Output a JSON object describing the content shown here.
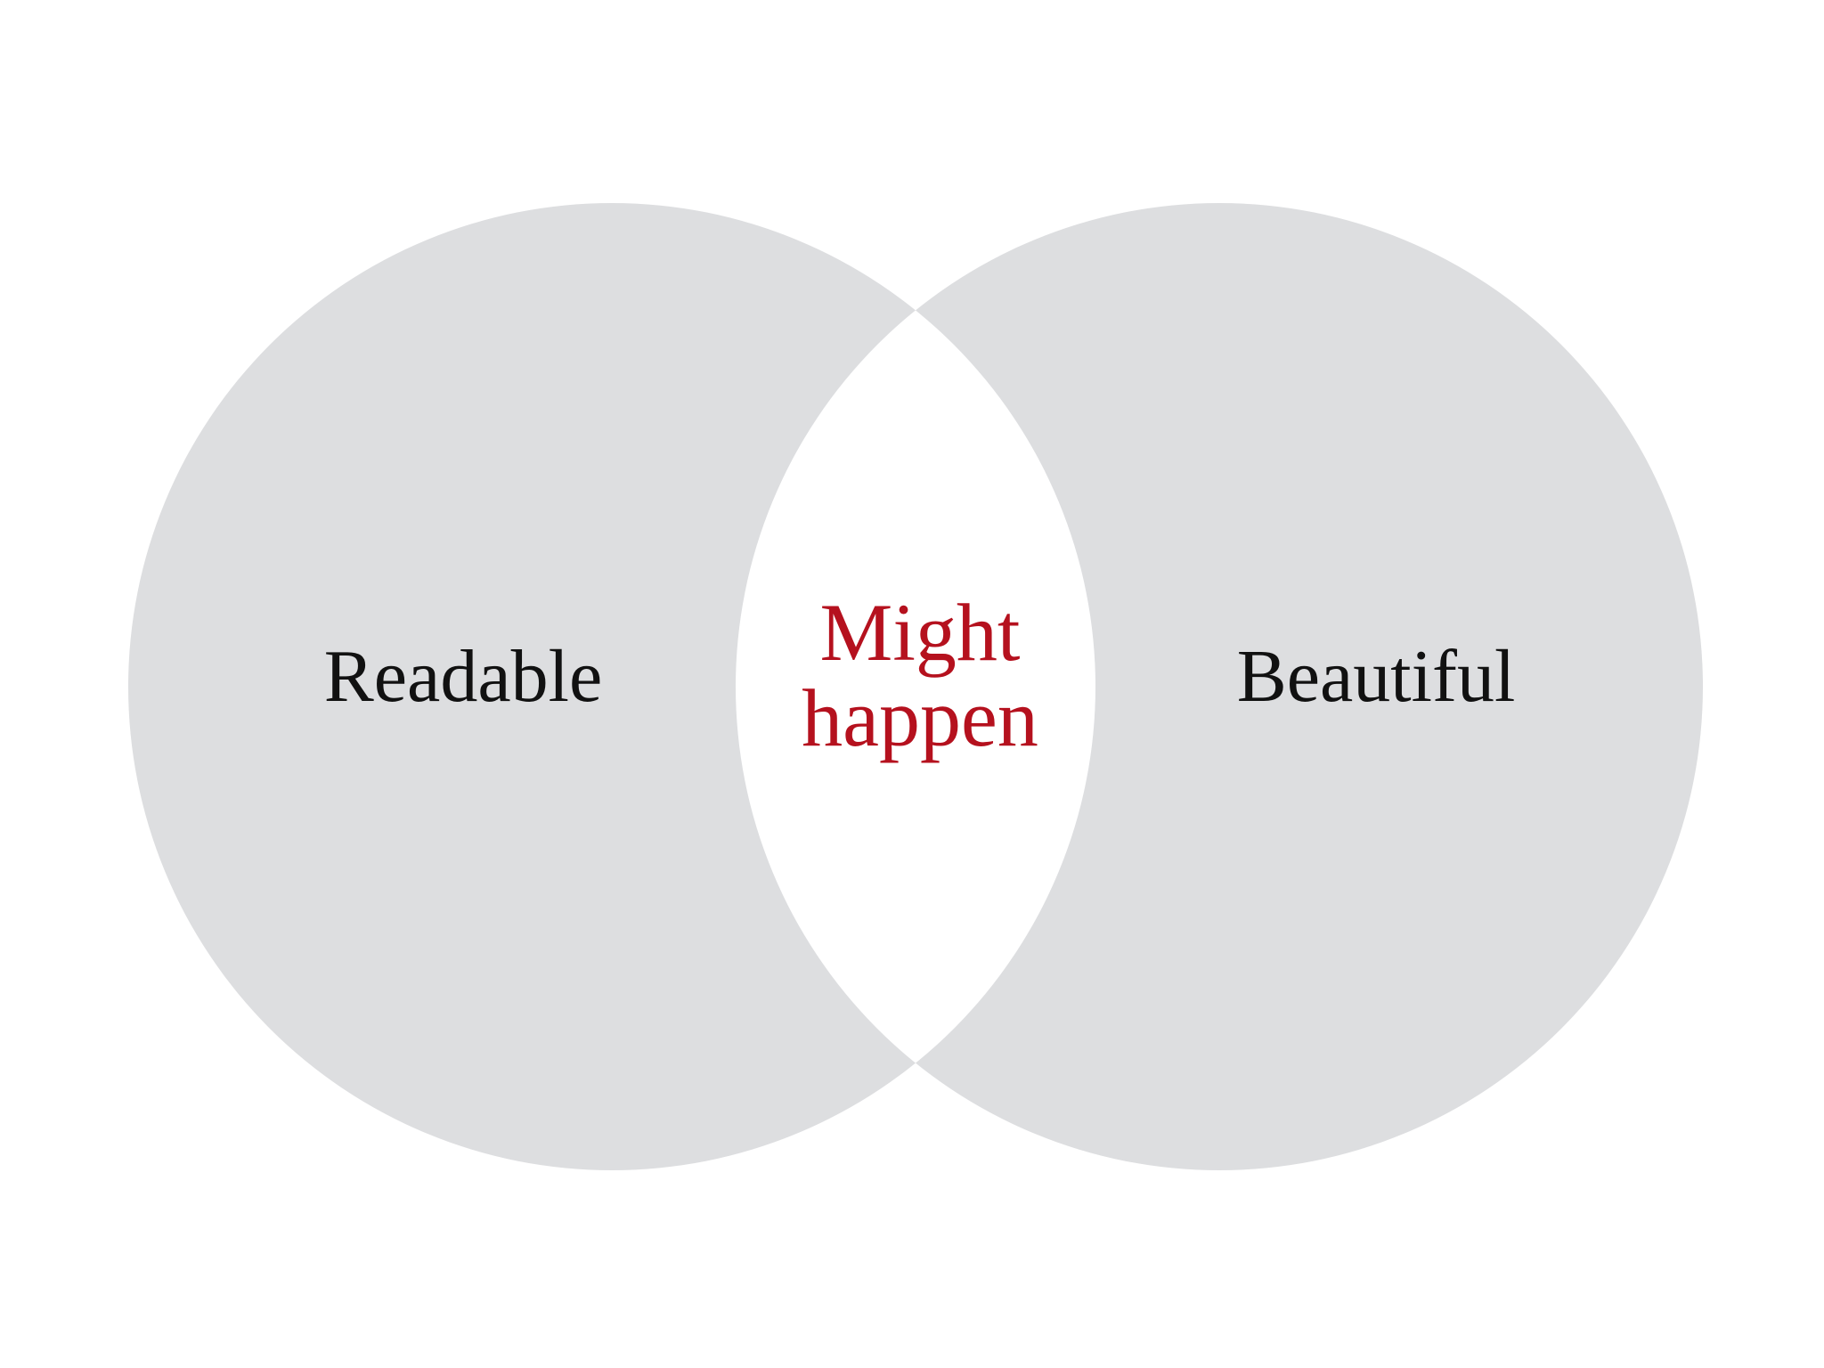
{
  "diagram": {
    "type": "venn",
    "sets": [
      {
        "label": "Readable",
        "fill": "#DDDEE0",
        "text_color": "#111111"
      },
      {
        "label": "Beautiful",
        "fill": "#DDDEE0",
        "text_color": "#111111"
      }
    ],
    "intersection": {
      "lines": [
        "Might",
        "happen"
      ],
      "fill": "#FFFFFF",
      "text_color": "#B5111E"
    }
  }
}
